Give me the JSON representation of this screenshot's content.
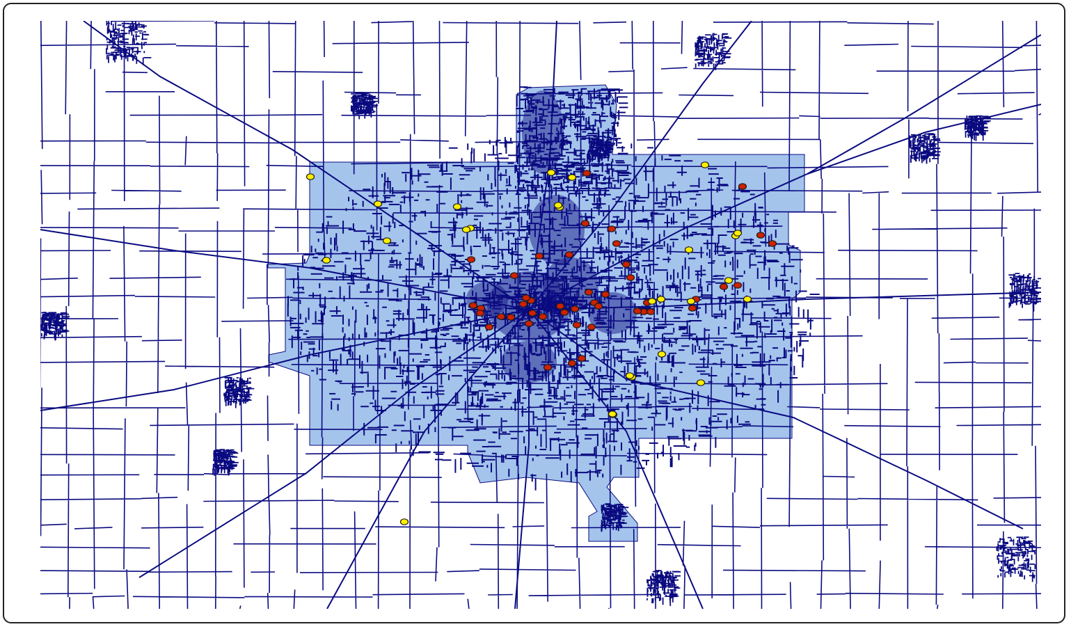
{
  "map": {
    "colors": {
      "roads": "#0a0a80",
      "county_fill": "#a4c4ec",
      "marker_red": "#cc2200",
      "marker_yellow": "#ffee00",
      "marker_outline": "#1a1a1a",
      "frame": "#222222",
      "background": "#ffffff"
    },
    "layers": [
      "county-boundary",
      "road-network",
      "red-point-markers",
      "yellow-point-markers"
    ],
    "markers": {
      "red_count": 45,
      "yellow_count": 27
    }
  }
}
